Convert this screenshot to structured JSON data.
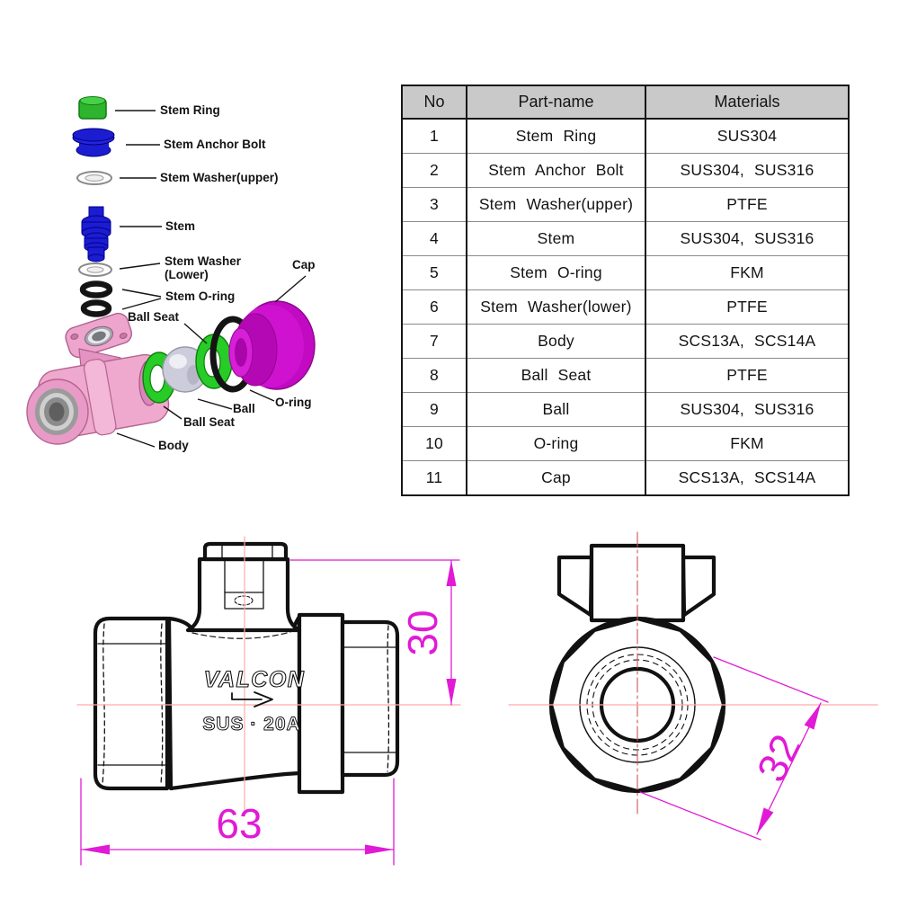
{
  "exploded": {
    "labels": {
      "stem_ring": "Stem Ring",
      "stem_anchor_bolt": "Stem Anchor Bolt",
      "stem_washer_upper": "Stem Washer(upper)",
      "stem": "Stem",
      "stem_washer_lower_1": "Stem Washer",
      "stem_washer_lower_2": "(Lower)",
      "stem_o_ring": "Stem O-ring",
      "cap": "Cap",
      "ball_seat_upper": "Ball Seat",
      "o_ring": "O-ring",
      "ball": "Ball",
      "ball_seat_lower": "Ball Seat",
      "body": "Body"
    },
    "part_colors": {
      "stem_ring": "#2eb42e",
      "stem_parts": "#1c1cd0",
      "washer": "#ffffff",
      "o_ring": "#141414",
      "body": "#efa9ce",
      "ball_seat": "#27cc27",
      "ball": "#ccccda",
      "cap": "#c20ac2"
    }
  },
  "table": {
    "headers": [
      "No",
      "Part-name",
      "Materials"
    ],
    "rows": [
      [
        "1",
        "Stem Ring",
        "SUS304"
      ],
      [
        "2",
        "Stem Anchor Bolt",
        "SUS304, SUS316"
      ],
      [
        "3",
        "Stem Washer(upper)",
        "PTFE"
      ],
      [
        "4",
        "Stem",
        "SUS304, SUS316"
      ],
      [
        "5",
        "Stem O-ring",
        "FKM"
      ],
      [
        "6",
        "Stem Washer(lower)",
        "PTFE"
      ],
      [
        "7",
        "Body",
        "SCS13A, SCS14A"
      ],
      [
        "8",
        "Ball Seat",
        "PTFE"
      ],
      [
        "9",
        "Ball",
        "SUS304, SUS316"
      ],
      [
        "10",
        "O-ring",
        "FKM"
      ],
      [
        "11",
        "Cap",
        "SCS13A, SCS14A"
      ]
    ],
    "header_bg": "#c9c9c9"
  },
  "drawing": {
    "front": {
      "brand": "VALCON",
      "marking": "SUS · 20A",
      "dim_height": "30",
      "dim_length": "63"
    },
    "side": {
      "dim_across_flats": "32"
    },
    "dimension_color": "#e11ad6",
    "centerline_color": "#ffabab"
  }
}
